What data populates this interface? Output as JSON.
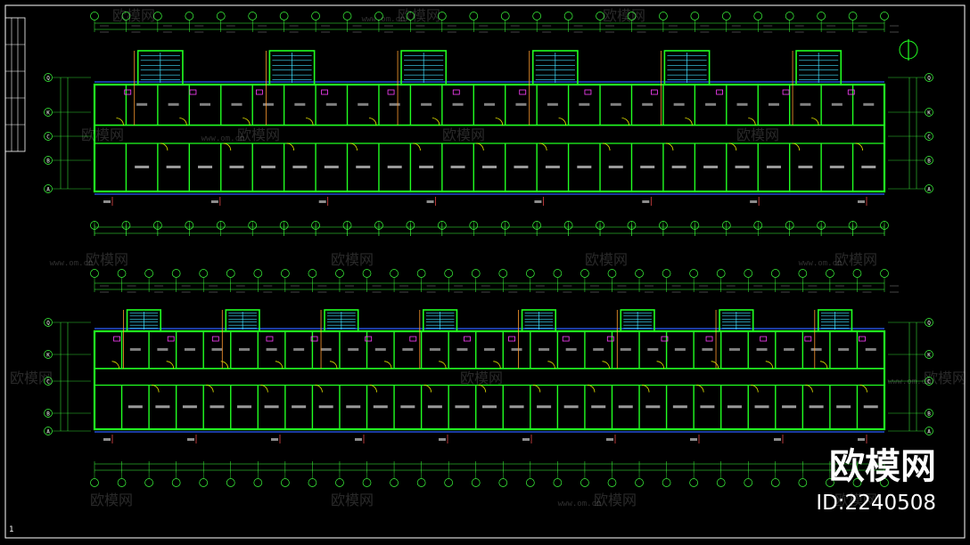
{
  "brand": {
    "logo_text": "欧模网",
    "id_text": "ID:2240508",
    "watermark_text": "欧模网",
    "watermark_url": "www.om.cn"
  },
  "drawing": {
    "row_axes": [
      "Q",
      "K",
      "C",
      "B",
      "A"
    ],
    "plan1_title": "",
    "plan2_title": "",
    "corner_mark": "1",
    "north_arrow": "north-arrow-icon"
  },
  "colors": {
    "background": "#000000",
    "wall": "#21ff21",
    "dimension": "#3cff3c",
    "window": "#2b5cff",
    "door": "#e6e600",
    "stair": "#40e0ff",
    "fixture": "#ff40ff",
    "text": "#ffffff"
  }
}
